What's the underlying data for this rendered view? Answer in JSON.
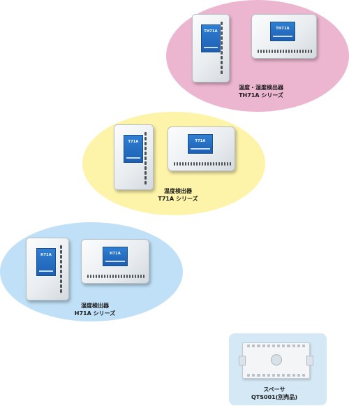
{
  "colors": {
    "pink": "#ecb6d0",
    "yellow": "#fdf3a9",
    "blue": "#bfe0f7",
    "badge_blue": "#1e5fb4",
    "spacer_bg": "#d5e8f6"
  },
  "products": [
    {
      "id": "th71a",
      "badge_tall": "TH71A",
      "badge_wide": "TH71A",
      "caption_line1": "温度・湿度検出器",
      "caption_line2": "TH71A シリーズ"
    },
    {
      "id": "t71a",
      "badge_tall": "T71A",
      "badge_wide": "T71A",
      "caption_line1": "温度検出器",
      "caption_line2": "T71A シリーズ"
    },
    {
      "id": "h71a",
      "badge_tall": "H71A",
      "badge_wide": "H71A",
      "caption_line1": "湿度検出器",
      "caption_line2": "H71A シリーズ"
    }
  ],
  "spacer": {
    "caption_line1": "スペーサ",
    "caption_line2": "QTS001(別売品)"
  }
}
